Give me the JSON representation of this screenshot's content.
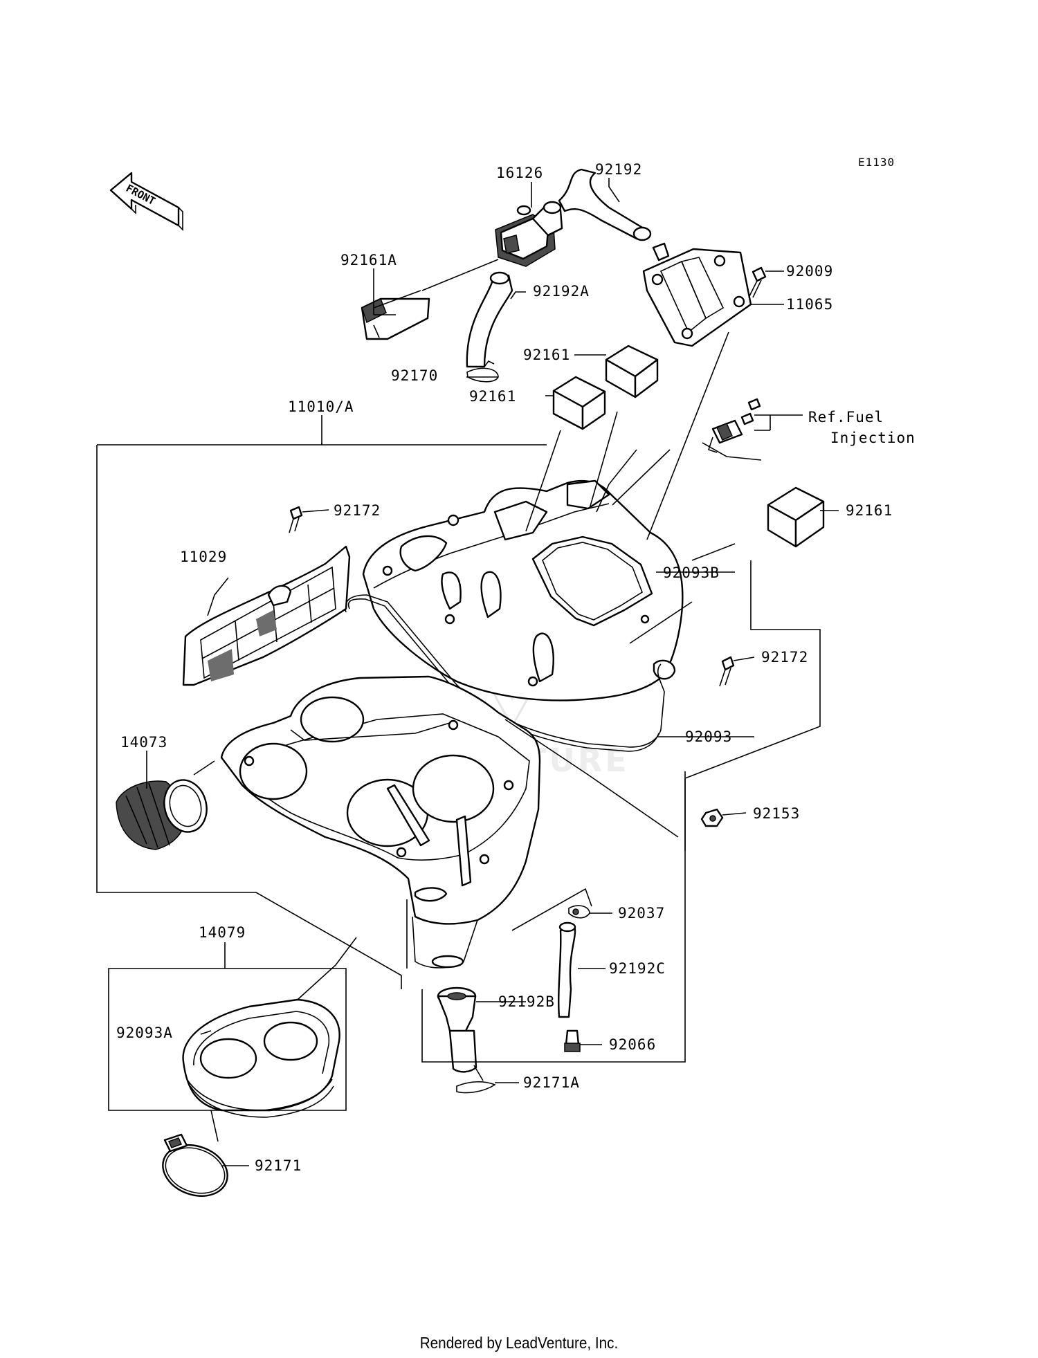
{
  "diagram_code": "E1130",
  "front_arrow_label": "FRONT",
  "labels": {
    "p16126": "16126",
    "p92192": "92192",
    "p92161A": "92161A",
    "p92192A": "92192A",
    "p92009": "92009",
    "p11065": "11065",
    "p92161_upper": "92161",
    "p92161_mid": "92161",
    "p92170": "92170",
    "p11010A": "11010/A",
    "ref_line1": "Ref.Fuel",
    "ref_line2": "Injection",
    "p92161_right": "92161",
    "p92172_left": "92172",
    "p11029": "11029",
    "p92093B": "92093B",
    "p92172_right": "92172",
    "p14073": "14073",
    "p92093": "92093",
    "p92153": "92153",
    "p14079": "14079",
    "p92037": "92037",
    "p92192C": "92192C",
    "p92093A": "92093A",
    "p92192B": "92192B",
    "p92066": "92066",
    "p92171A": "92171A",
    "p92171": "92171"
  },
  "footer": "Rendered by LeadVenture, Inc."
}
